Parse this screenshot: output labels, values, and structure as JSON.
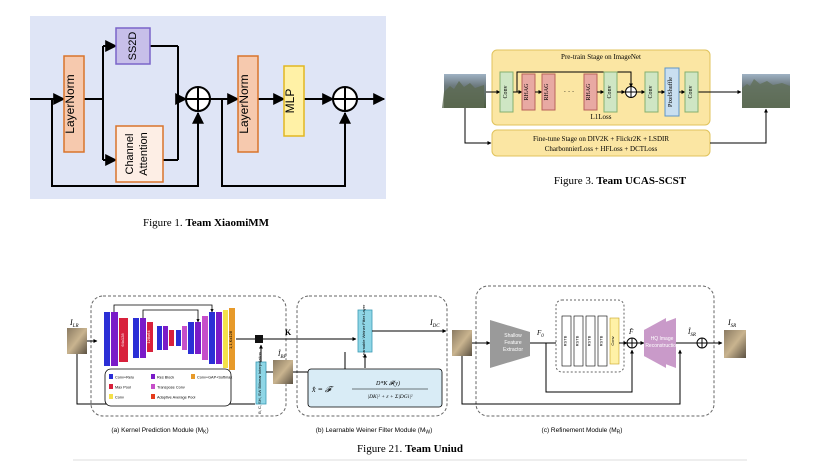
{
  "fig1": {
    "caption_prefix": "Figure 1.",
    "caption_team": "Team XiaomiMM",
    "blocks": {
      "layernorm1": "LayerNorm",
      "ss2d": "SS2D",
      "channel_attention_1": "Channel",
      "channel_attention_2": "Attention",
      "layernorm2": "LayerNorm",
      "mlp": "MLP"
    },
    "colors": {
      "panel": "#dfe5f6",
      "layernorm": "#f6c9ae",
      "ss2d": "#c7bfe9",
      "channel": "#fdeee5",
      "mlp": "#fff1a6"
    }
  },
  "fig3": {
    "caption_prefix": "Figure 3.",
    "caption_team": "Team UCAS-SCST",
    "pretrain": "Pre-train Stage on ImageNet",
    "l1loss": "L1Loss",
    "finetune_1": "Fine-tune Stage on DIV2K + Flickr2K + LSDIR",
    "finetune_2": "CharbonnierLoss + HFLoss + DCTLoss",
    "blocks": {
      "conv": "Conv",
      "rhag": "RHAG",
      "pixelshuffle": "PixelShuffle",
      "dots": "· · ·"
    },
    "colors": {
      "stage": "#fbe6a3",
      "conv": "#cfe6c4",
      "rhag": "#e8a9a3",
      "pixelshuffle": "#c9dff0"
    }
  },
  "fig21": {
    "caption_prefix": "Figure 21.",
    "caption_team": "Team Uniud",
    "labels": {
      "i_lr": "I",
      "i_lr_sub": "LR",
      "k": "K",
      "i_dc": "I",
      "i_dc_sub": "DC",
      "i_sr_hat": "Î",
      "i_sr_hat_sub": "SR",
      "i_sr": "I",
      "i_sr_sub": "SR",
      "f0": "F",
      "f0_sub": "0",
      "f_hat": "F̂",
      "i_bf": "Î",
      "i_bf_sub": "BF"
    },
    "module_a": "(a) Kernel Prediction Module (M",
    "module_a_sub": "K",
    "module_b": "(b) Learnable Weiner Filter  Module (M",
    "module_b_sub": "W",
    "module_c": "(c) Refinement Module (M",
    "module_c_sub": "R",
    "unet_text": {
      "c1": "64x128",
      "c2": "128x64",
      "c3": "256x32",
      "c4": "512x16",
      "c5": "256x32",
      "c6": "128x64",
      "c7": "64x128",
      "out": "1,1,Kx128"
    },
    "shift_block": "B, C, SH, SW\nBilinear Interpolation",
    "weiner_block": "Learnable Weiner Filter Layer",
    "formula_lhs": "x̂ = 𝓕",
    "formula_num": "D*K 𝓕(y)",
    "formula_den": "|DK|² + ε + Σ|DGi|²",
    "shallow": [
      "Shallow",
      "Feature",
      "Extractor"
    ],
    "rstb": "RSTB",
    "conv": "Conv",
    "hq": [
      "HQ Image",
      "Reconstruction"
    ],
    "legend": [
      {
        "label": "Conv+Relu",
        "color": "#2b2fd6"
      },
      {
        "label": "Res Block",
        "color": "#7a1bc8"
      },
      {
        "label": "Conv+GAP+Softmax",
        "color": "#e79a2a"
      },
      {
        "label": "Max Pool",
        "color": "#d8213c"
      },
      {
        "label": "Transpose Conv",
        "color": "#c64fc9"
      },
      {
        "label": "Conv",
        "color": "#f4e04a"
      },
      {
        "label": "Adaptive Average Pool",
        "color": "#e53b1c"
      }
    ]
  }
}
